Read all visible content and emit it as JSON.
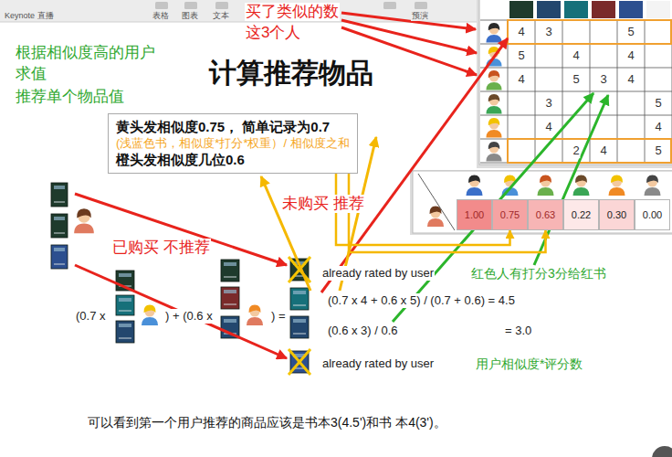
{
  "diagram": {
    "title": "计算推荐物品",
    "caption": "可以看到第一个用户推荐的商品应该是书本3(4.5')和书 本4(3')。",
    "nodes": [
      {
        "text": [
          "黄头发相似度0.75， 简单记录为0.7",
          "(浅蓝色书，相似度*打分*权重）/ 相似度之和",
          "橙头发相似度几位0.6"
        ]
      },
      {
        "text": [
          "1.00"
        ]
      },
      {
        "text": [
          "0.75"
        ]
      },
      {
        "text": [
          "0.63"
        ]
      },
      {
        "text": [
          "0.22"
        ]
      },
      {
        "text": [
          "0.30"
        ]
      },
      {
        "text": [
          "0.00"
        ]
      }
    ],
    "edges": [
      {
        "from": 0,
        "to": 2,
        "arrow": "to"
      },
      {
        "from": 0,
        "to": 3,
        "arrow": "to"
      }
    ],
    "labels": [
      "Keynote 直播",
      "表格",
      "图表",
      "文本",
      "预演",
      "买了类似的数",
      "这3个人",
      "根据相似度高的用户",
      "求值",
      "推荐单个物品值",
      "未购买 推荐",
      "已购买 不推荐",
      "(0.7 x",
      ") + (0.6 x",
      ") =",
      "already rated by user",
      "(0.7 x 4 + 0.6 x 5) / (0.7 + 0.6) = 4.5",
      "(0.6 x 3) / 0.6",
      "= 3.0",
      "already rated by user",
      "红色人有打分3分给红书",
      "用户相似度*评分数",
      "4",
      "3",
      "5",
      "5",
      "4",
      "4",
      "4",
      "5",
      "3",
      "4",
      "3",
      "5",
      "4",
      "4",
      "2",
      "4",
      "5"
    ]
  }
}
